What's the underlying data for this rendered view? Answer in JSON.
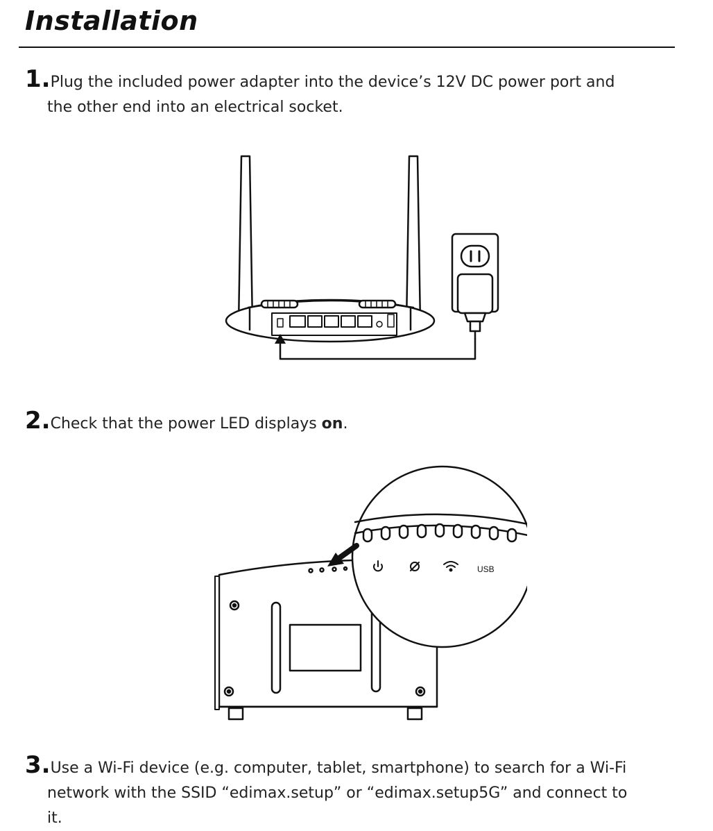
{
  "header": {
    "title": "Installation"
  },
  "steps": [
    {
      "number": "1.",
      "line1": "Plug the included power adapter into the device’s 12V DC power port and",
      "line2": "the other end into an electrical socket."
    },
    {
      "number": "2.",
      "text": "Check that the power LED displays ",
      "emphasis": "on",
      "suffix": "."
    },
    {
      "number": "3.",
      "line1": "Use a Wi-Fi device (e.g. computer, tablet, smartphone) to search for a Wi-Fi",
      "line2": "network with the SSID “edimax.setup” or “edimax.setup5G” and connect to",
      "line3": "it."
    }
  ],
  "figure2": {
    "usb_label": "USB"
  },
  "icons": {
    "fig1": [
      "antenna-icon",
      "router-icon",
      "power-outlet-icon",
      "power-adapter-icon",
      "cable-icon"
    ],
    "fig2": [
      "router-side-icon",
      "magnifier-circle-icon",
      "power-led-icon",
      "internet-led-icon",
      "wifi-led-icon",
      "arrow-icon"
    ]
  }
}
